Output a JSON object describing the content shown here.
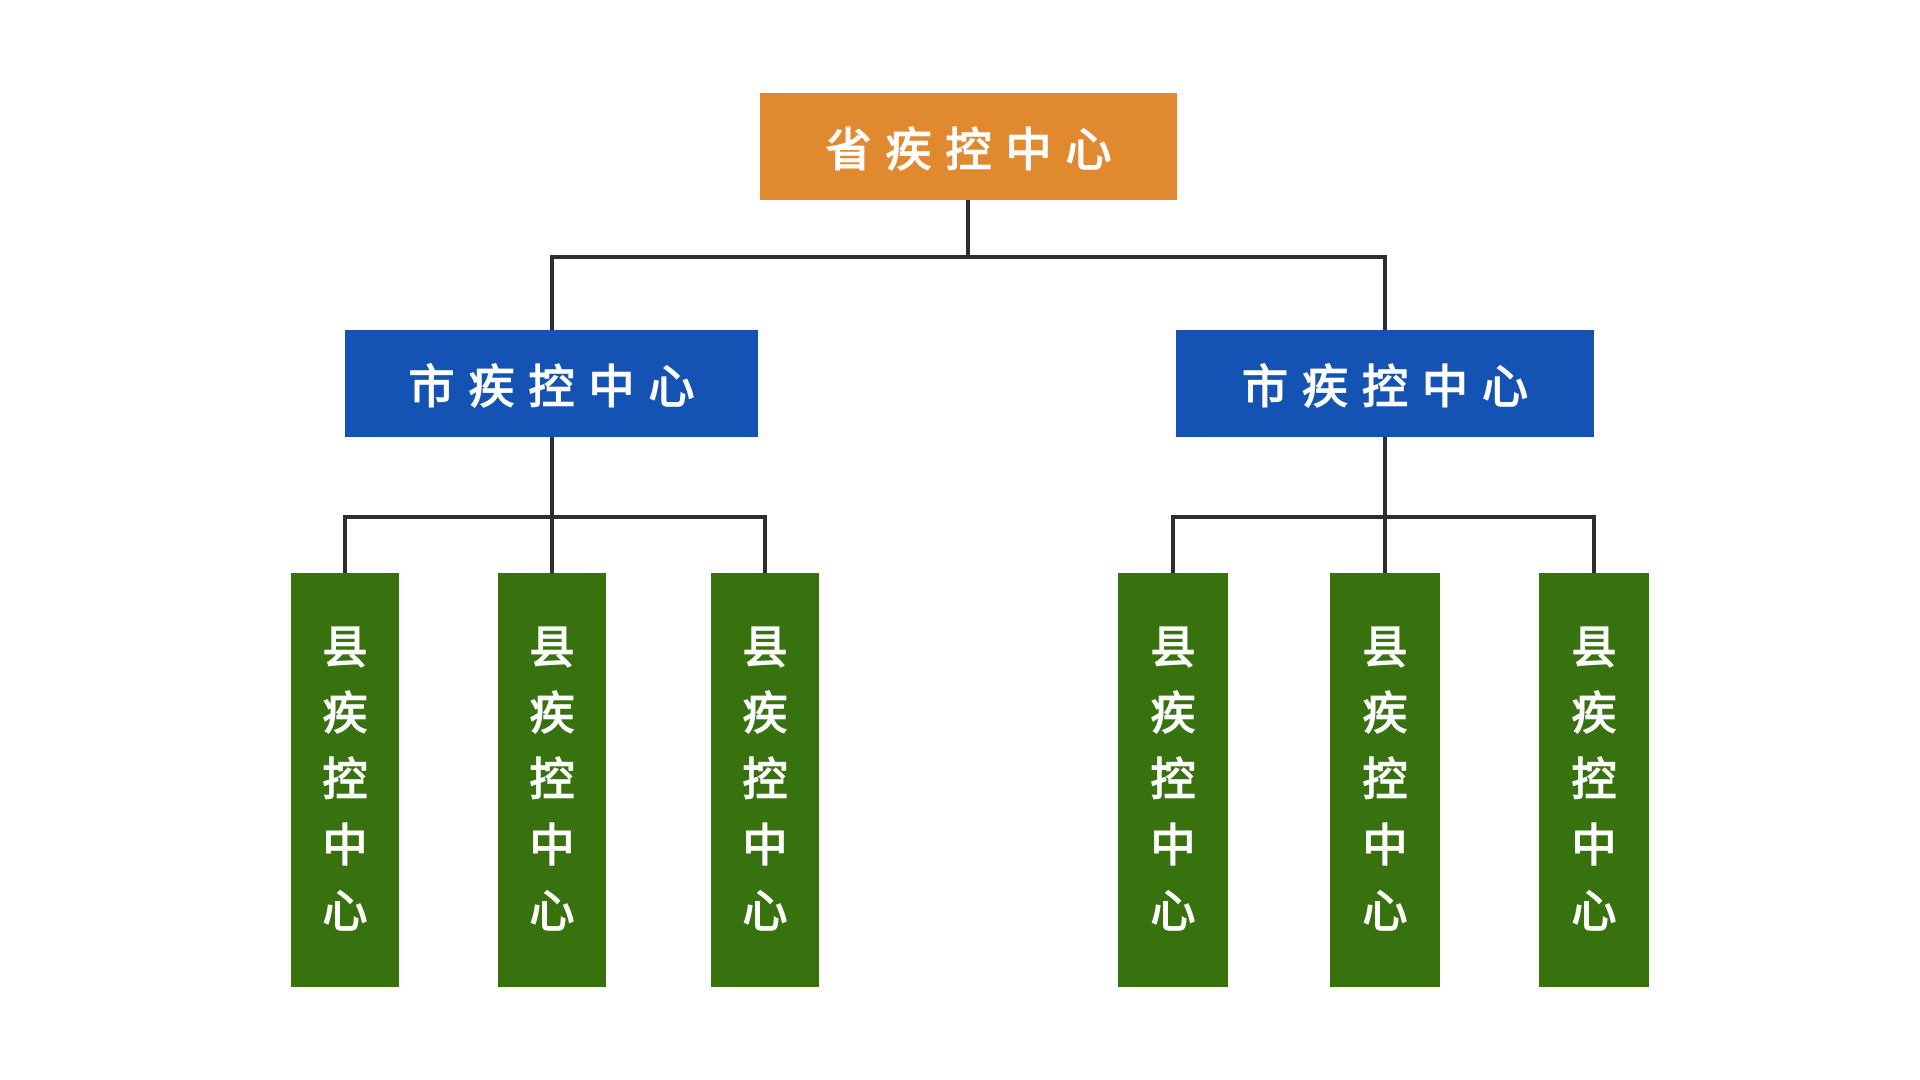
{
  "diagram": {
    "type": "org-chart",
    "colors": {
      "provincial_node": "#E0892E",
      "city_node": "#1453B4",
      "county_node": "#38720E",
      "connector_line": "#2E2E2E",
      "node_text": "#FFFFFF",
      "background": "#FFFFFF"
    },
    "nodes": {
      "provincial": {
        "label": "省疾控中心",
        "level": 1
      },
      "city_left": {
        "label": "市疾控中心",
        "level": 2
      },
      "city_right": {
        "label": "市疾控中心",
        "level": 2
      },
      "county_left_1": {
        "label": "县疾控中心",
        "level": 3,
        "text_orientation": "vertical"
      },
      "county_left_2": {
        "label": "县疾控中心",
        "level": 3,
        "text_orientation": "vertical"
      },
      "county_left_3": {
        "label": "县疾控中心",
        "level": 3,
        "text_orientation": "vertical"
      },
      "county_right_1": {
        "label": "县疾控中心",
        "level": 3,
        "text_orientation": "vertical"
      },
      "county_right_2": {
        "label": "县疾控中心",
        "level": 3,
        "text_orientation": "vertical"
      },
      "county_right_3": {
        "label": "县疾控中心",
        "level": 3,
        "text_orientation": "vertical"
      }
    },
    "edges": [
      {
        "from": "provincial",
        "to": "city_left"
      },
      {
        "from": "provincial",
        "to": "city_right"
      },
      {
        "from": "city_left",
        "to": "county_left_1"
      },
      {
        "from": "city_left",
        "to": "county_left_2"
      },
      {
        "from": "city_left",
        "to": "county_left_3"
      },
      {
        "from": "city_right",
        "to": "county_right_1"
      },
      {
        "from": "city_right",
        "to": "county_right_2"
      },
      {
        "from": "city_right",
        "to": "county_right_3"
      }
    ]
  }
}
